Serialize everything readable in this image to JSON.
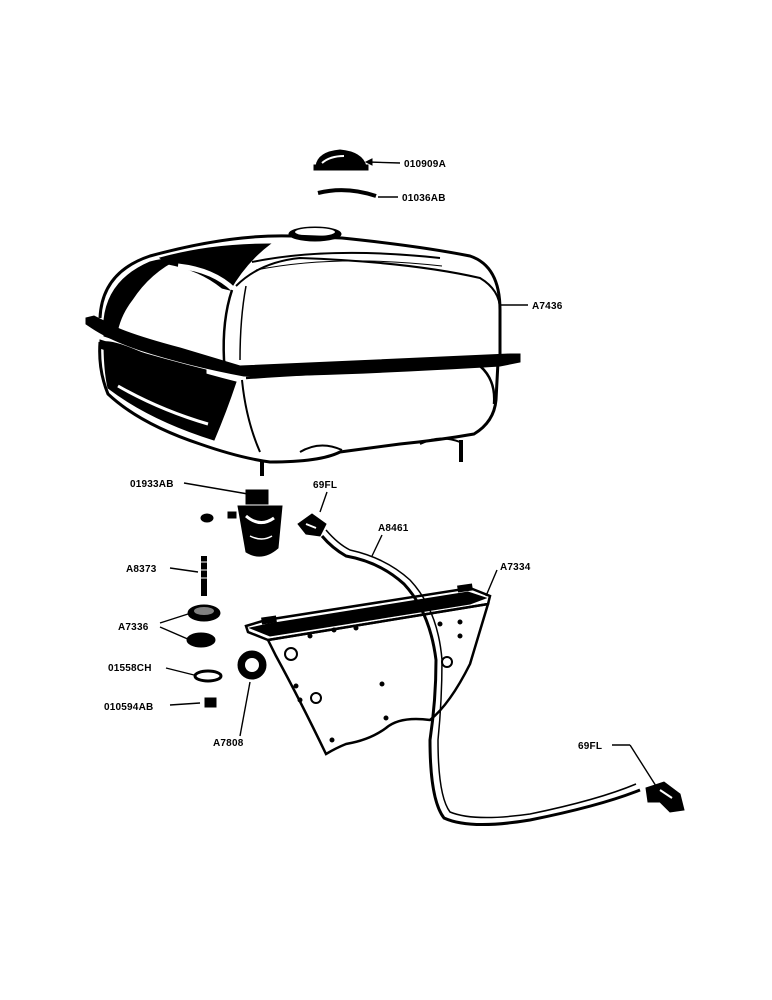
{
  "diagram": {
    "parts": {
      "fuel_cap": "010909A",
      "cap_gasket": "01036AB",
      "fuel_tank": "A7436",
      "sediment_bulb": "01933AB",
      "fitting_upper": "69FL",
      "fuel_line": "A8461",
      "tank_support": "A7334",
      "stud": "A8373",
      "washer": "A7336",
      "lock_washer": "01558CH",
      "nut": "010594AB",
      "grommet": "A7808",
      "fitting_lower": "69FL"
    }
  }
}
